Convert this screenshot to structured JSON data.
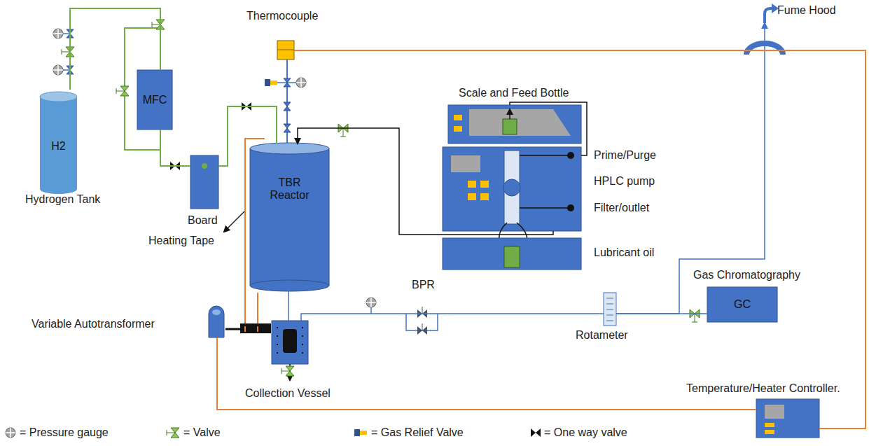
{
  "diagram": {
    "nodes": [
      {
        "text": [
          "H2",
          "Hydrogen Tank"
        ]
      },
      {
        "text": [
          "MFC"
        ]
      },
      {
        "text": [
          "Board"
        ]
      },
      {
        "text": [
          "Thermocouple"
        ]
      },
      {
        "text": [
          "TBR Reactor"
        ]
      },
      {
        "text": [
          "Scale and Feed Bottle"
        ]
      },
      {
        "text": [
          "Prime/Purge",
          "HPLC pump",
          "Filter/outlet"
        ]
      },
      {
        "text": [
          "Lubricant oil"
        ]
      },
      {
        "text": [
          "Collection Vessel"
        ]
      },
      {
        "text": [
          "Rotameter"
        ]
      },
      {
        "text": [
          "Gas Chromatography",
          "GC"
        ]
      },
      {
        "text": [
          "Fume Hood"
        ]
      },
      {
        "text": [
          "Variable Autotransformer"
        ]
      },
      {
        "text": [
          "Temperature/Heater Controller."
        ]
      }
    ],
    "edges": [
      {
        "from": 0,
        "to": 1,
        "arrow": "none"
      },
      {
        "from": 1,
        "to": 2,
        "arrow": "none"
      },
      {
        "from": 2,
        "to": 4,
        "arrow": "none"
      },
      {
        "from": 5,
        "to": 6,
        "arrow": "none"
      },
      {
        "from": 6,
        "to": 4,
        "arrow": "to"
      },
      {
        "from": 4,
        "to": 8,
        "arrow": "none"
      },
      {
        "from": 8,
        "to": 9,
        "arrow": "none"
      },
      {
        "from": 9,
        "to": 10,
        "arrow": "none"
      },
      {
        "from": 9,
        "to": 11,
        "arrow": "to"
      },
      {
        "from": 3,
        "to": 13,
        "arrow": "none"
      },
      {
        "from": 12,
        "to": 13,
        "arrow": "none"
      }
    ],
    "labels": [
      "Heating Tape",
      "BPR"
    ],
    "legend": [
      {
        "text": "= Pressure gauge"
      },
      {
        "text": "= Valve"
      },
      {
        "text": "= Gas Relief Valve"
      },
      {
        "text": "= One way valve"
      }
    ]
  }
}
